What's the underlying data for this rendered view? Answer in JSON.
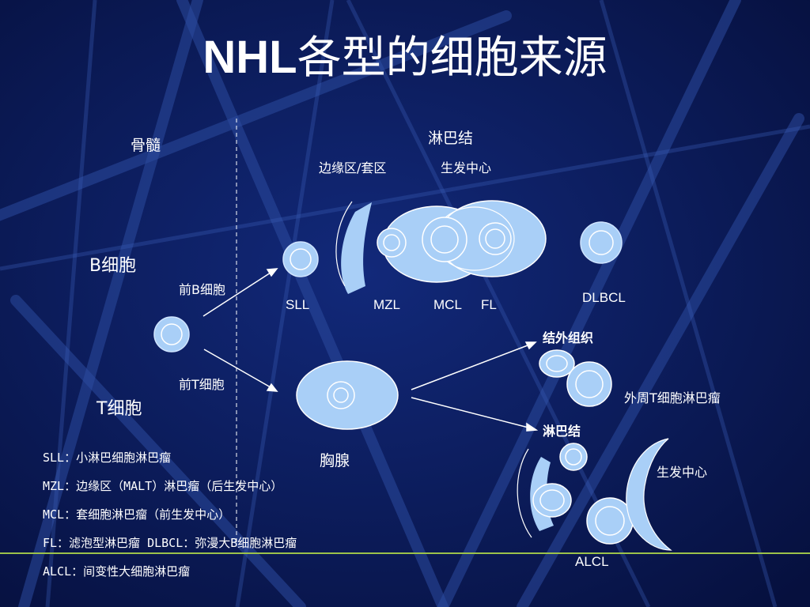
{
  "title": {
    "bold": "NHL",
    "rest": "各型的细胞来源"
  },
  "headers": {
    "bone_marrow": "骨髓",
    "lymph_node": "淋巴结",
    "marginal_mantle": "边缘区/套区",
    "germinal_center": "生发中心"
  },
  "lineage": {
    "b_cell": "B细胞",
    "t_cell": "T细胞",
    "pre_b": "前B细胞",
    "pre_t": "前T细胞",
    "thymus": "胸腺"
  },
  "lymphoma_tags": {
    "sll": "SLL",
    "mzl": "MZL",
    "mcl": "MCL",
    "fl": "FL",
    "dlbcl": "DLBCL",
    "alcl": "ALCL"
  },
  "t_side": {
    "extranodal": "结外组织",
    "peripheral_t": "外周T细胞淋巴瘤",
    "lymph_node": "淋巴结",
    "germinal_center": "生发中心"
  },
  "notes": [
    "SLL：小淋巴细胞淋巴瘤",
    "MZL：边缘区（MALT）淋巴瘤（后生发中心）",
    "MCL：套细胞淋巴瘤（前生发中心）",
    "FL：滤泡型淋巴瘤 DLBCL：弥漫大B细胞淋巴瘤",
    "ALCL：间变性大细胞淋巴瘤"
  ],
  "colors": {
    "background": "#0a1a58",
    "cell_fill": "#a9cff7",
    "cell_outline": "#cfe4ff",
    "decor_line": "#2b4a9a",
    "accent_line": "#9cc24a"
  }
}
